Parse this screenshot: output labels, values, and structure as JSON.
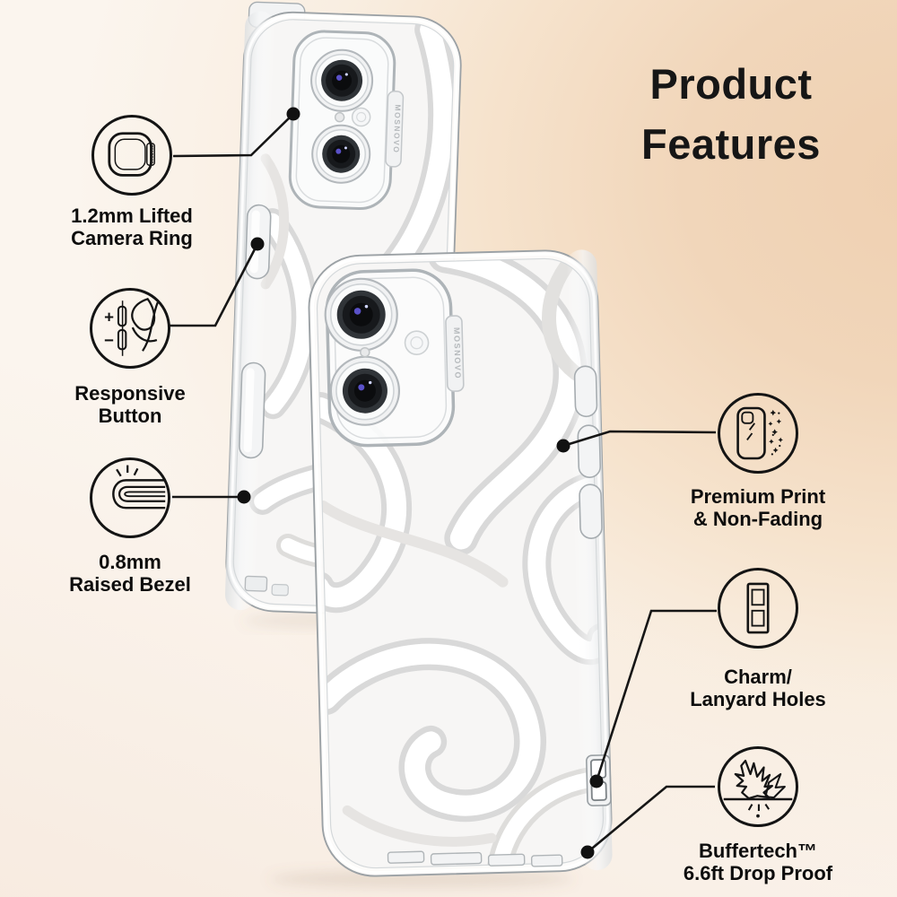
{
  "title": {
    "line1": "Product",
    "line2": "Features"
  },
  "brand": "MOSNOVO",
  "features": [
    {
      "name": "lifted-camera-ring",
      "icon": "camera-ring-icon",
      "line1": "1.2mm Lifted",
      "line2": "Camera Ring"
    },
    {
      "name": "responsive-button",
      "icon": "responsive-button-icon",
      "line1": "Responsive",
      "line2": "Button",
      "plus_glyph": "+",
      "minus_glyph": "−"
    },
    {
      "name": "raised-bezel",
      "icon": "raised-bezel-icon",
      "line1": "0.8mm",
      "line2": "Raised Bezel"
    },
    {
      "name": "premium-print",
      "icon": "premium-print-icon",
      "line1": "Premium Print",
      "line2": "& Non-Fading"
    },
    {
      "name": "lanyard-holes",
      "icon": "lanyard-holes-icon",
      "line1": "Charm/",
      "line2": "Lanyard Holes"
    },
    {
      "name": "drop-proof",
      "icon": "drop-proof-icon",
      "line1": "Buffertech™",
      "line2": "6.6ft Drop Proof"
    }
  ],
  "colors": {
    "text": "#141414",
    "leader_line": "#161616",
    "background_peach": "#efd0b1",
    "background_cream": "#fbf5ee",
    "case_line": "#9ba1a5",
    "swirl_gray": "#d9d9d9"
  }
}
